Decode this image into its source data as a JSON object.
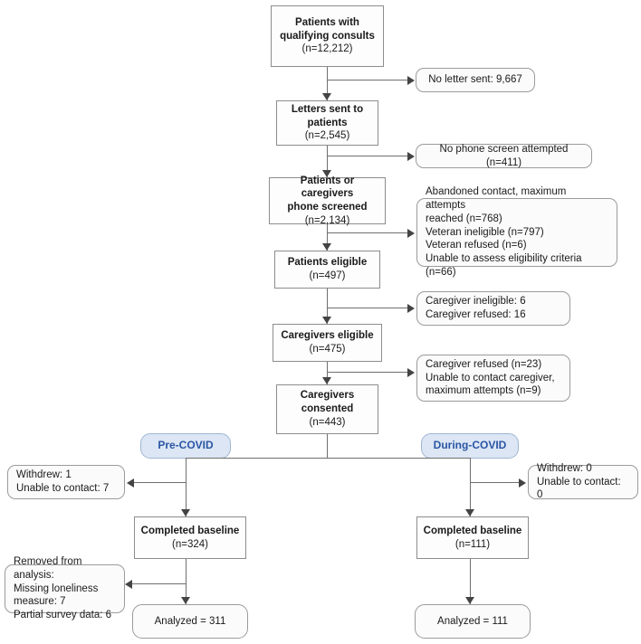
{
  "figure": {
    "type": "flow-diagram",
    "title": "CONSORT-style participant flow diagram",
    "accent_pill_fill": "#dce6f4",
    "accent_pill_text": "#2a55a5",
    "box_border": "#9b9b9b",
    "connector_color": "#6f6f6f"
  },
  "nodes": {
    "qualifying_consults": {
      "line1": "Patients with",
      "line2": "qualifying consults",
      "line3": "(n=12,212)"
    },
    "no_letter_sent": {
      "line1": "No letter sent: 9,667"
    },
    "letters_sent": {
      "line1": "Letters sent to",
      "line2": "patients",
      "line3": "(n=2,545)"
    },
    "no_phone_screen": {
      "line1": "No phone screen attempted (n=411)"
    },
    "phone_screened": {
      "line1": "Patients or caregivers",
      "line2": "phone screened",
      "line3": "(n=2,134)"
    },
    "screen_exclusions": {
      "line1": "Abandoned contact, maximum attempts",
      "line2": "reached (n=768)",
      "line3": "Veteran ineligible (n=797)",
      "line4": "Veteran refused (n=6)",
      "line5": "Unable to assess eligibility criteria (n=66)"
    },
    "patients_eligible": {
      "line1": "Patients eligible",
      "line2": "(n=497)"
    },
    "caregiver_exclusions": {
      "line1": "Caregiver ineligible: 6",
      "line2": "Caregiver refused: 16"
    },
    "caregivers_eligible": {
      "line1": "Caregivers eligible",
      "line2": "(n=475)"
    },
    "consent_exclusions": {
      "line1": "Caregiver refused (n=23)",
      "line2": "Unable to contact caregiver,",
      "line3": "maximum attempts (n=9)"
    },
    "caregivers_consented": {
      "line1": "Caregivers",
      "line2": "consented",
      "line3": "(n=443)"
    },
    "pre_covid_label": {
      "line1": "Pre-COVID"
    },
    "during_covid_label": {
      "line1": "During-COVID"
    },
    "pre_covid_losses": {
      "line1": "Withdrew: 1",
      "line2": "Unable to contact: 7"
    },
    "during_covid_losses": {
      "line1": "Withdrew: 0",
      "line2": "Unable to contact: 0"
    },
    "pre_covid_baseline": {
      "line1": "Completed baseline",
      "line2": "(n=324)"
    },
    "during_covid_baseline": {
      "line1": "Completed baseline",
      "line2": "(n=111)"
    },
    "removed_from_analysis": {
      "line1": "Removed from analysis:",
      "line2": "Missing loneliness",
      "line3": "measure: 7",
      "line4": "Partial survey data: 6"
    },
    "pre_covid_analyzed": {
      "line1": "Analyzed = 311"
    },
    "during_covid_analyzed": {
      "line1": "Analyzed = 111"
    }
  },
  "chart_data": {
    "type": "table",
    "title": "Participant flow counts",
    "columns": [
      "stage",
      "n"
    ],
    "rows": [
      [
        "Patients with qualifying consults",
        12212
      ],
      [
        "No letter sent",
        9667
      ],
      [
        "Letters sent to patients",
        2545
      ],
      [
        "No phone screen attempted",
        411
      ],
      [
        "Patients or caregivers phone screened",
        2134
      ],
      [
        "Abandoned contact, maximum attempts reached",
        768
      ],
      [
        "Veteran ineligible",
        797
      ],
      [
        "Veteran refused",
        6
      ],
      [
        "Unable to assess eligibility criteria",
        66
      ],
      [
        "Patients eligible",
        497
      ],
      [
        "Caregiver ineligible",
        6
      ],
      [
        "Caregiver refused",
        16
      ],
      [
        "Caregivers eligible",
        475
      ],
      [
        "Caregiver refused (consent)",
        23
      ],
      [
        "Unable to contact caregiver, maximum attempts",
        9
      ],
      [
        "Caregivers consented",
        443
      ],
      [
        "Pre-COVID withdrew",
        1
      ],
      [
        "Pre-COVID unable to contact",
        7
      ],
      [
        "Pre-COVID completed baseline",
        324
      ],
      [
        "Pre-COVID missing loneliness measure",
        7
      ],
      [
        "Pre-COVID partial survey data",
        6
      ],
      [
        "Pre-COVID analyzed",
        311
      ],
      [
        "During-COVID withdrew",
        0
      ],
      [
        "During-COVID unable to contact",
        0
      ],
      [
        "During-COVID completed baseline",
        111
      ],
      [
        "During-COVID analyzed",
        111
      ]
    ]
  }
}
